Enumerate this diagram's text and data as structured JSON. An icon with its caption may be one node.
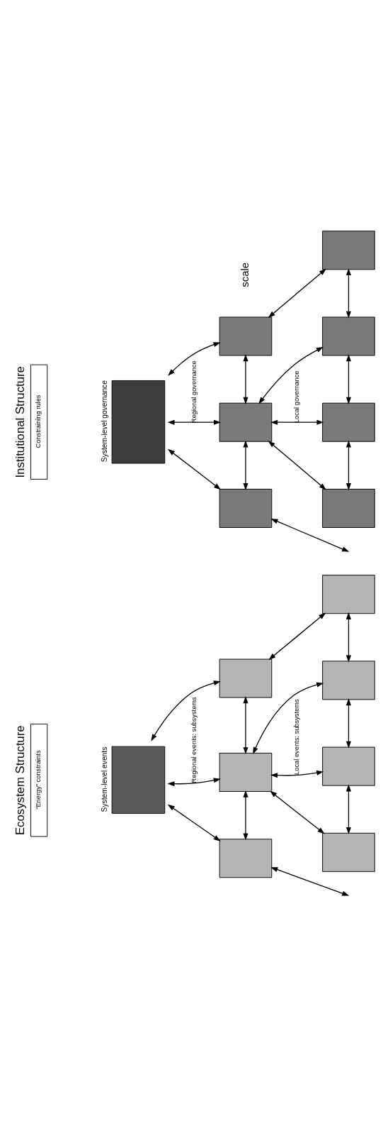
{
  "diagram": {
    "nodes": [
      {
        "text": [
          "Ecosystem Structure",
          "“Energy” constraints"
        ]
      },
      {
        "text": [
          "System-level events"
        ]
      },
      {
        "text": [],
        "shape": "box"
      },
      {
        "text": [],
        "shape": "box"
      },
      {
        "text": [],
        "shape": "box"
      },
      {
        "text": [],
        "shape": "box"
      },
      {
        "text": [],
        "shape": "box"
      },
      {
        "text": [],
        "shape": "box"
      },
      {
        "text": [],
        "shape": "box"
      },
      {
        "text": [
          "Institutional Structure",
          "Constraining rules"
        ]
      },
      {
        "text": [
          "System-level governance"
        ]
      },
      {
        "text": [],
        "shape": "box"
      },
      {
        "text": [],
        "shape": "box"
      },
      {
        "text": [],
        "shape": "box"
      },
      {
        "text": [],
        "shape": "box"
      },
      {
        "text": [],
        "shape": "box"
      },
      {
        "text": [],
        "shape": "box"
      },
      {
        "text": [],
        "shape": "box"
      }
    ],
    "edges": [
      {
        "from": 1,
        "to": 2,
        "arrow": "both"
      },
      {
        "from": 1,
        "to": 3,
        "arrow": "both",
        "label": "Regional events: subsystems"
      },
      {
        "from": 1,
        "to": 4,
        "arrow": "both"
      },
      {
        "from": 2,
        "to": 3,
        "arrow": "both"
      },
      {
        "from": 3,
        "to": 4,
        "arrow": "both"
      },
      {
        "from": 2,
        "to": null,
        "arrow": "both"
      },
      {
        "from": 3,
        "to": 5,
        "arrow": "both"
      },
      {
        "from": 3,
        "to": 6,
        "arrow": "both",
        "label": "Local events: subsystems"
      },
      {
        "from": 3,
        "to": 7,
        "arrow": "both"
      },
      {
        "from": 4,
        "to": 8,
        "arrow": "both"
      },
      {
        "from": 5,
        "to": 6,
        "arrow": "both"
      },
      {
        "from": 6,
        "to": 7,
        "arrow": "both"
      },
      {
        "from": 7,
        "to": 8,
        "arrow": "both"
      },
      {
        "from": 10,
        "to": 11,
        "arrow": "both"
      },
      {
        "from": 10,
        "to": 12,
        "arrow": "both",
        "label": "Regional governance"
      },
      {
        "from": 10,
        "to": 13,
        "arrow": "both"
      },
      {
        "from": 11,
        "to": 12,
        "arrow": "both"
      },
      {
        "from": 12,
        "to": 13,
        "arrow": "both"
      },
      {
        "from": 11,
        "to": null,
        "arrow": "both"
      },
      {
        "from": 12,
        "to": 14,
        "arrow": "both"
      },
      {
        "from": 12,
        "to": 15,
        "arrow": "both",
        "label": "Local governance"
      },
      {
        "from": 12,
        "to": 16,
        "arrow": "both"
      },
      {
        "from": 13,
        "to": 17,
        "arrow": "both"
      },
      {
        "from": 14,
        "to": 15,
        "arrow": "both"
      },
      {
        "from": 15,
        "to": 16,
        "arrow": "both"
      },
      {
        "from": 16,
        "to": 17,
        "arrow": "both"
      }
    ],
    "labels": [
      "scale"
    ]
  }
}
